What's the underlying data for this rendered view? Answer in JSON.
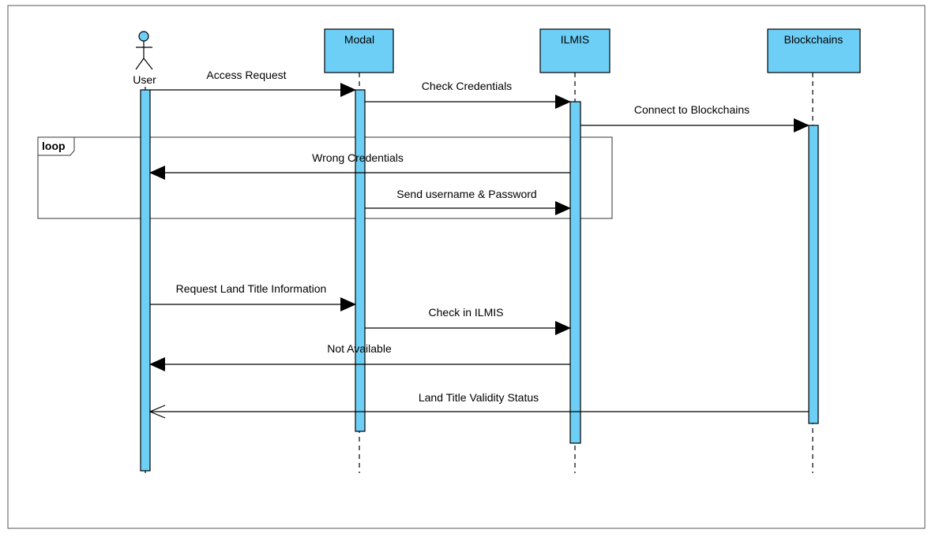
{
  "diagram": {
    "type": "sequence",
    "fill_color": "#6ecff6",
    "actor": {
      "label": "User"
    },
    "participants": [
      {
        "id": "modal",
        "label": "Modal"
      },
      {
        "id": "ilmis",
        "label": "ILMIS"
      },
      {
        "id": "blockchains",
        "label": "Blockchains"
      }
    ],
    "fragment": {
      "label": "loop"
    },
    "messages": [
      {
        "id": "m1",
        "label": "Access Request",
        "from": "User",
        "to": "Modal",
        "style": "solid-filled"
      },
      {
        "id": "m2",
        "label": "Check Credentials",
        "from": "Modal",
        "to": "ILMIS",
        "style": "solid-filled"
      },
      {
        "id": "m3",
        "label": "Connect to Blockchains",
        "from": "ILMIS",
        "to": "Blockchains",
        "style": "solid-filled"
      },
      {
        "id": "m4",
        "label": "Wrong Credentials",
        "from": "ILMIS",
        "to": "User",
        "style": "solid-filled"
      },
      {
        "id": "m5",
        "label": "Send username & Password",
        "from": "Modal",
        "to": "ILMIS",
        "style": "solid-filled"
      },
      {
        "id": "m6",
        "label": "Request Land Title Information",
        "from": "User",
        "to": "Modal",
        "style": "solid-filled"
      },
      {
        "id": "m7",
        "label": "Check in ILMIS",
        "from": "Modal",
        "to": "ILMIS",
        "style": "solid-filled"
      },
      {
        "id": "m8",
        "label": "Not Available",
        "from": "ILMIS",
        "to": "User",
        "style": "solid-filled"
      },
      {
        "id": "m9",
        "label": "Land Title Validity Status",
        "from": "Blockchains",
        "to": "User",
        "style": "open"
      }
    ]
  }
}
